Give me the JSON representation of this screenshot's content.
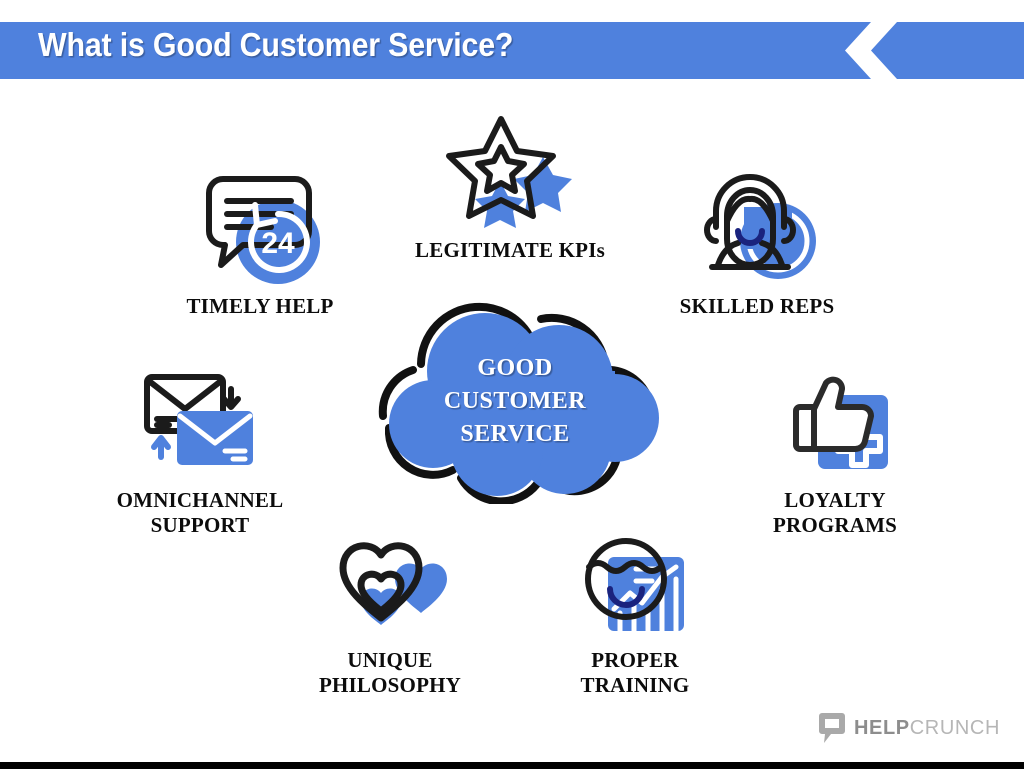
{
  "header": {
    "title": "What is Good Customer Service?",
    "banner_color": "#4F81DD",
    "chevron_icon": "double-chevron-left-icon"
  },
  "center": {
    "icon": "cloud-icon",
    "lines": [
      "GOOD",
      "CUSTOMER",
      "SERVICE"
    ],
    "text": "GOOD CUSTOMER SERVICE",
    "fill_color": "#4F81DD",
    "outline_color": "#111111",
    "text_color": "#FFFFFF"
  },
  "nodes": [
    {
      "id": "timely",
      "label": "TIMELY HELP",
      "lines": [
        "TIMELY HELP"
      ],
      "icon": "speech-bubble-24h-icon"
    },
    {
      "id": "kpi",
      "label": "LEGITIMATE KPIs",
      "lines": [
        "LEGITIMATE KPIs"
      ],
      "icon": "star-icon"
    },
    {
      "id": "skilled",
      "label": "SKILLED REPS",
      "lines": [
        "SKILLED REPS"
      ],
      "icon": "headset-agent-icon"
    },
    {
      "id": "omni",
      "label": "OMNICHANNEL SUPPORT",
      "lines": [
        "OMNICHANNEL",
        "SUPPORT"
      ],
      "icon": "envelopes-exchange-icon"
    },
    {
      "id": "loyalty",
      "label": "LOYALTY PROGRAMS",
      "lines": [
        "LOYALTY",
        "PROGRAMS"
      ],
      "icon": "thumbs-up-card-icon"
    },
    {
      "id": "unique",
      "label": "UNIQUE PHILOSOPHY",
      "lines": [
        "UNIQUE",
        "PHILOSOPHY"
      ],
      "icon": "hearts-icon"
    },
    {
      "id": "training",
      "label": "PROPER TRAINING",
      "lines": [
        "PROPER",
        "TRAINING"
      ],
      "icon": "smiling-face-chart-icon"
    }
  ],
  "brand": {
    "name_bold": "HELP",
    "name_light": "CRUNCH",
    "mark_icon": "chat-bubble-icon",
    "color_bold": "#8d8d8d",
    "color_light": "#b6b6b6"
  },
  "theme": {
    "accent_blue": "#4F81DD",
    "outline_black": "#1b1b1b",
    "background": "#FFFFFF",
    "bottom_rule": "#000000"
  }
}
